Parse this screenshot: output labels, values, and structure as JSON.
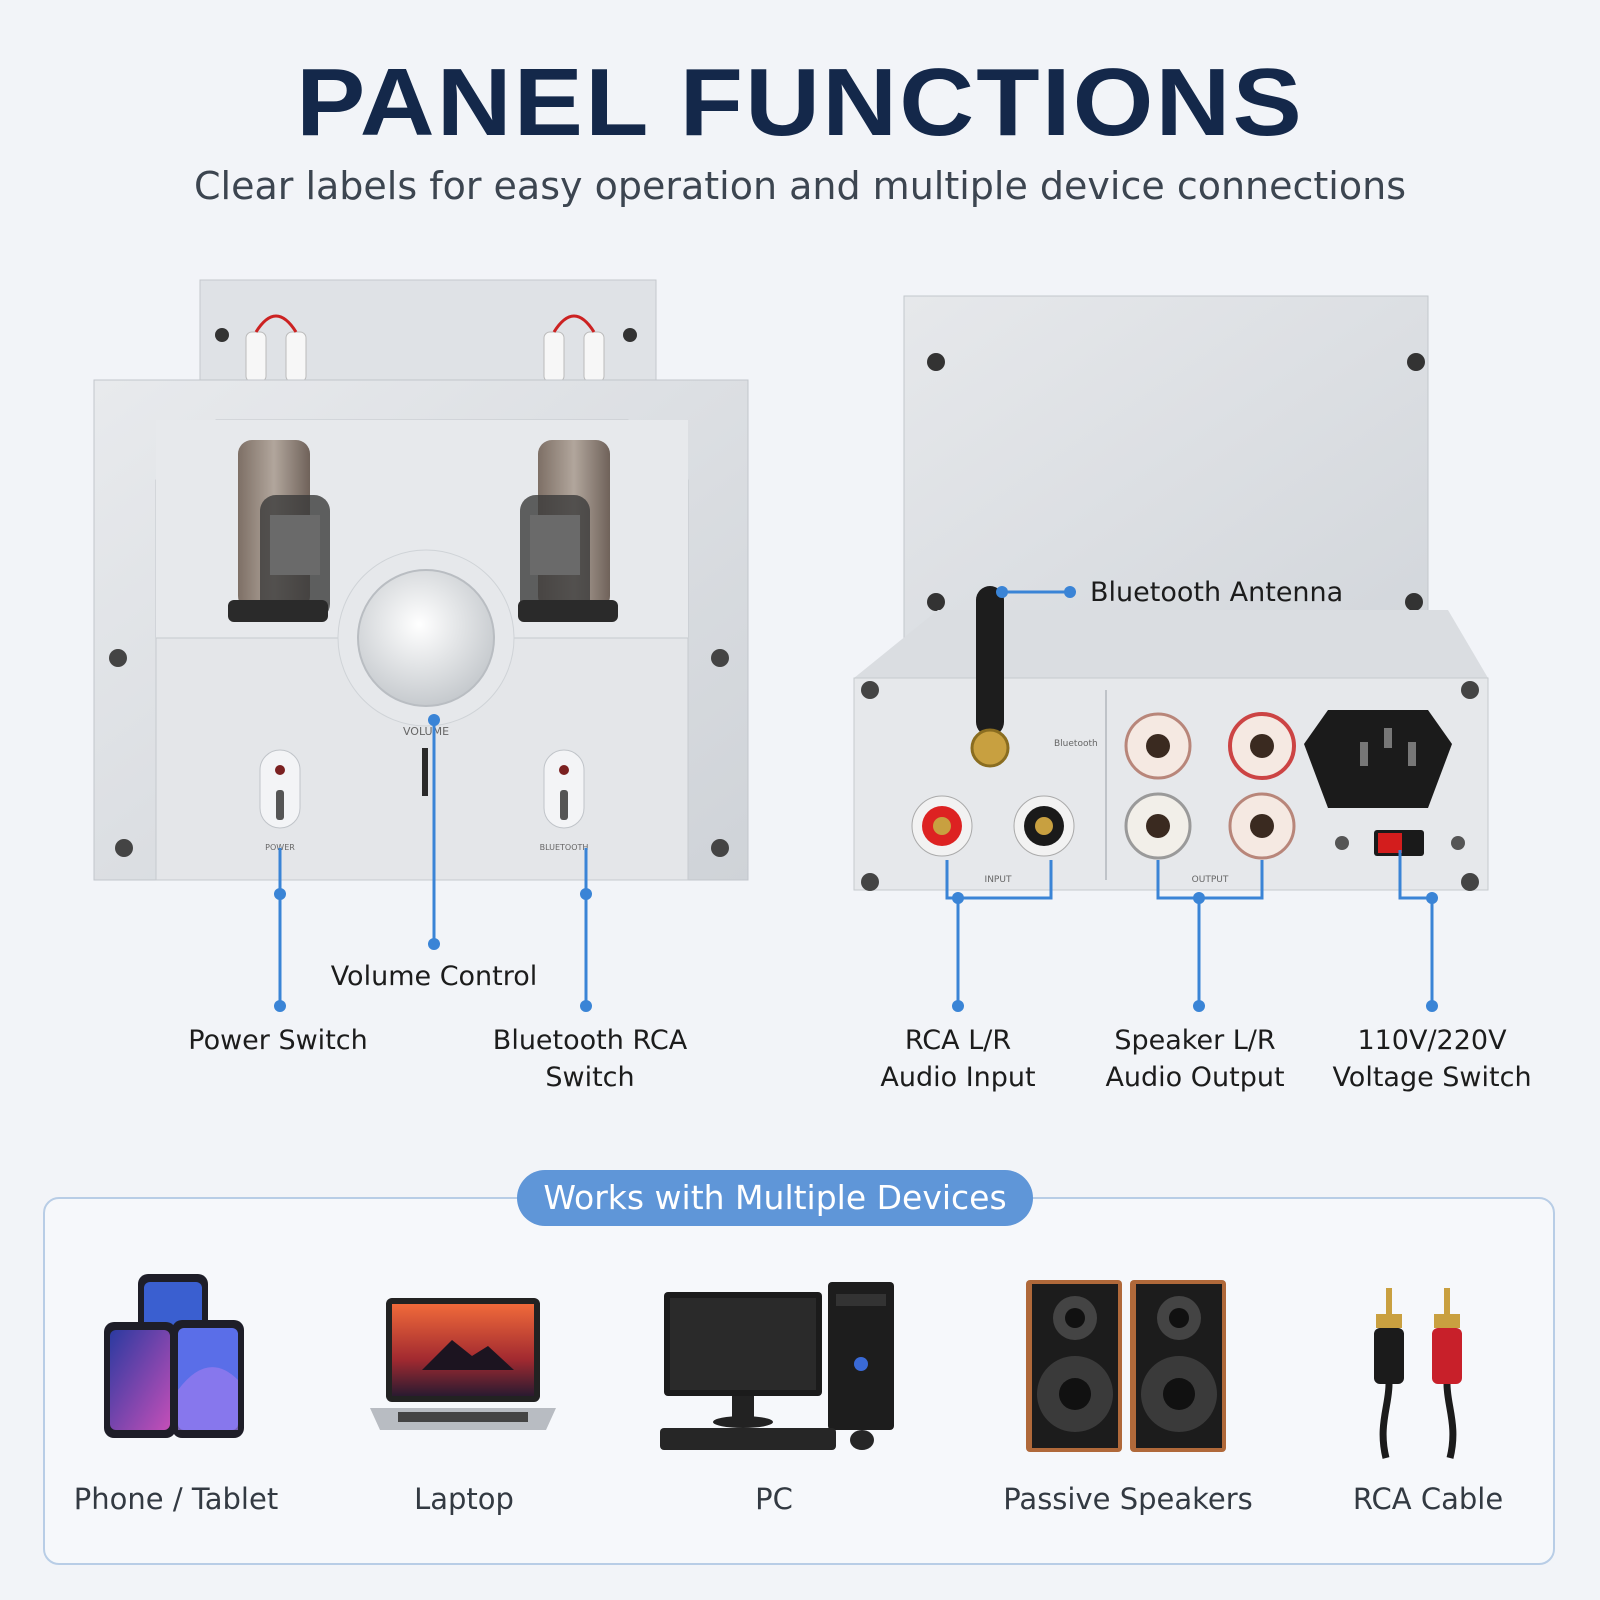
{
  "title": "PANEL FUNCTIONS",
  "subtitle": "Clear labels for easy operation and multiple device connections",
  "front_panel": {
    "engravings": {
      "volume": "VOLUME",
      "power": "POWER",
      "bluetooth": "BLUETOOTH"
    },
    "callouts": {
      "volume_control": "Volume Control",
      "power_switch": "Power Switch",
      "bluetooth_rca_switch_line1": "Bluetooth RCA",
      "bluetooth_rca_switch_line2": "Switch"
    }
  },
  "rear_panel": {
    "engravings": {
      "input": "INPUT",
      "output": "OUTPUT",
      "bluetooth": "Bluetooth"
    },
    "callouts": {
      "bluetooth_antenna": "Bluetooth Antenna",
      "rca_input_line1": "RCA L/R",
      "rca_input_line2": "Audio Input",
      "speaker_output_line1": "Speaker L/R",
      "speaker_output_line2": "Audio Output",
      "voltage_switch_line1": "110V/220V",
      "voltage_switch_line2": "Voltage Switch"
    }
  },
  "devices": {
    "heading": "Works with Multiple Devices",
    "items": [
      {
        "label": "Phone / Tablet",
        "icon": "phone-tablet-icon"
      },
      {
        "label": "Laptop",
        "icon": "laptop-icon"
      },
      {
        "label": "PC",
        "icon": "desktop-pc-icon"
      },
      {
        "label": "Passive Speakers",
        "icon": "speakers-icon"
      },
      {
        "label": "RCA Cable",
        "icon": "rca-cable-icon"
      }
    ]
  },
  "colors": {
    "title": "#14284a",
    "accent": "#5f96d8",
    "callout_line": "#3a84d6"
  }
}
